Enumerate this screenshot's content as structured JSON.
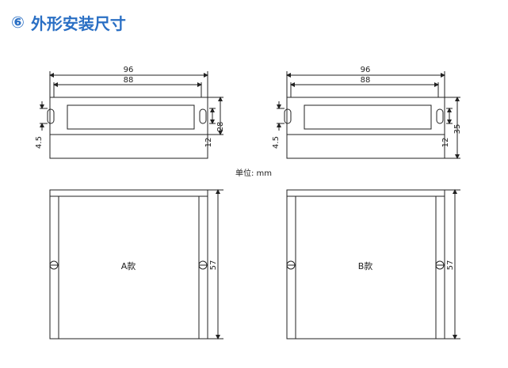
{
  "section": {
    "number": "⑥",
    "title": "外形安装尺寸"
  },
  "unit_note": "单位: mm",
  "views": {
    "a": {
      "top": {
        "total_width": "96",
        "hole_spacing": "88",
        "hole_offset": "4.5",
        "slot": "12",
        "height": "28"
      },
      "front": {
        "label": "A款",
        "height": "57"
      }
    },
    "b": {
      "top": {
        "total_width": "96",
        "hole_spacing": "88",
        "hole_offset": "4.5",
        "slot": "12",
        "height": "35"
      },
      "front": {
        "label": "B款",
        "height": "57"
      }
    }
  }
}
